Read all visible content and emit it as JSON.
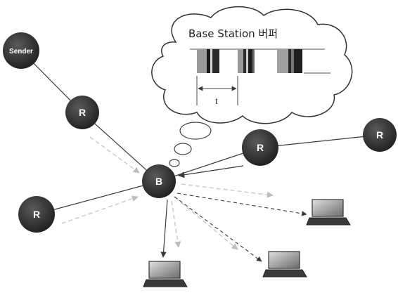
{
  "cloud": {
    "title": "Base Station 버퍼",
    "interval_label": "t"
  },
  "nodes": {
    "sender": "Sender",
    "router_top": "R",
    "router_left": "R",
    "router_right_near": "R",
    "router_right_far": "R",
    "base_station": "B"
  },
  "colors": {
    "node_fill": "#2b2b2b",
    "line": "#3a3a3a",
    "arrow_dashed": "#c8c8c8"
  }
}
